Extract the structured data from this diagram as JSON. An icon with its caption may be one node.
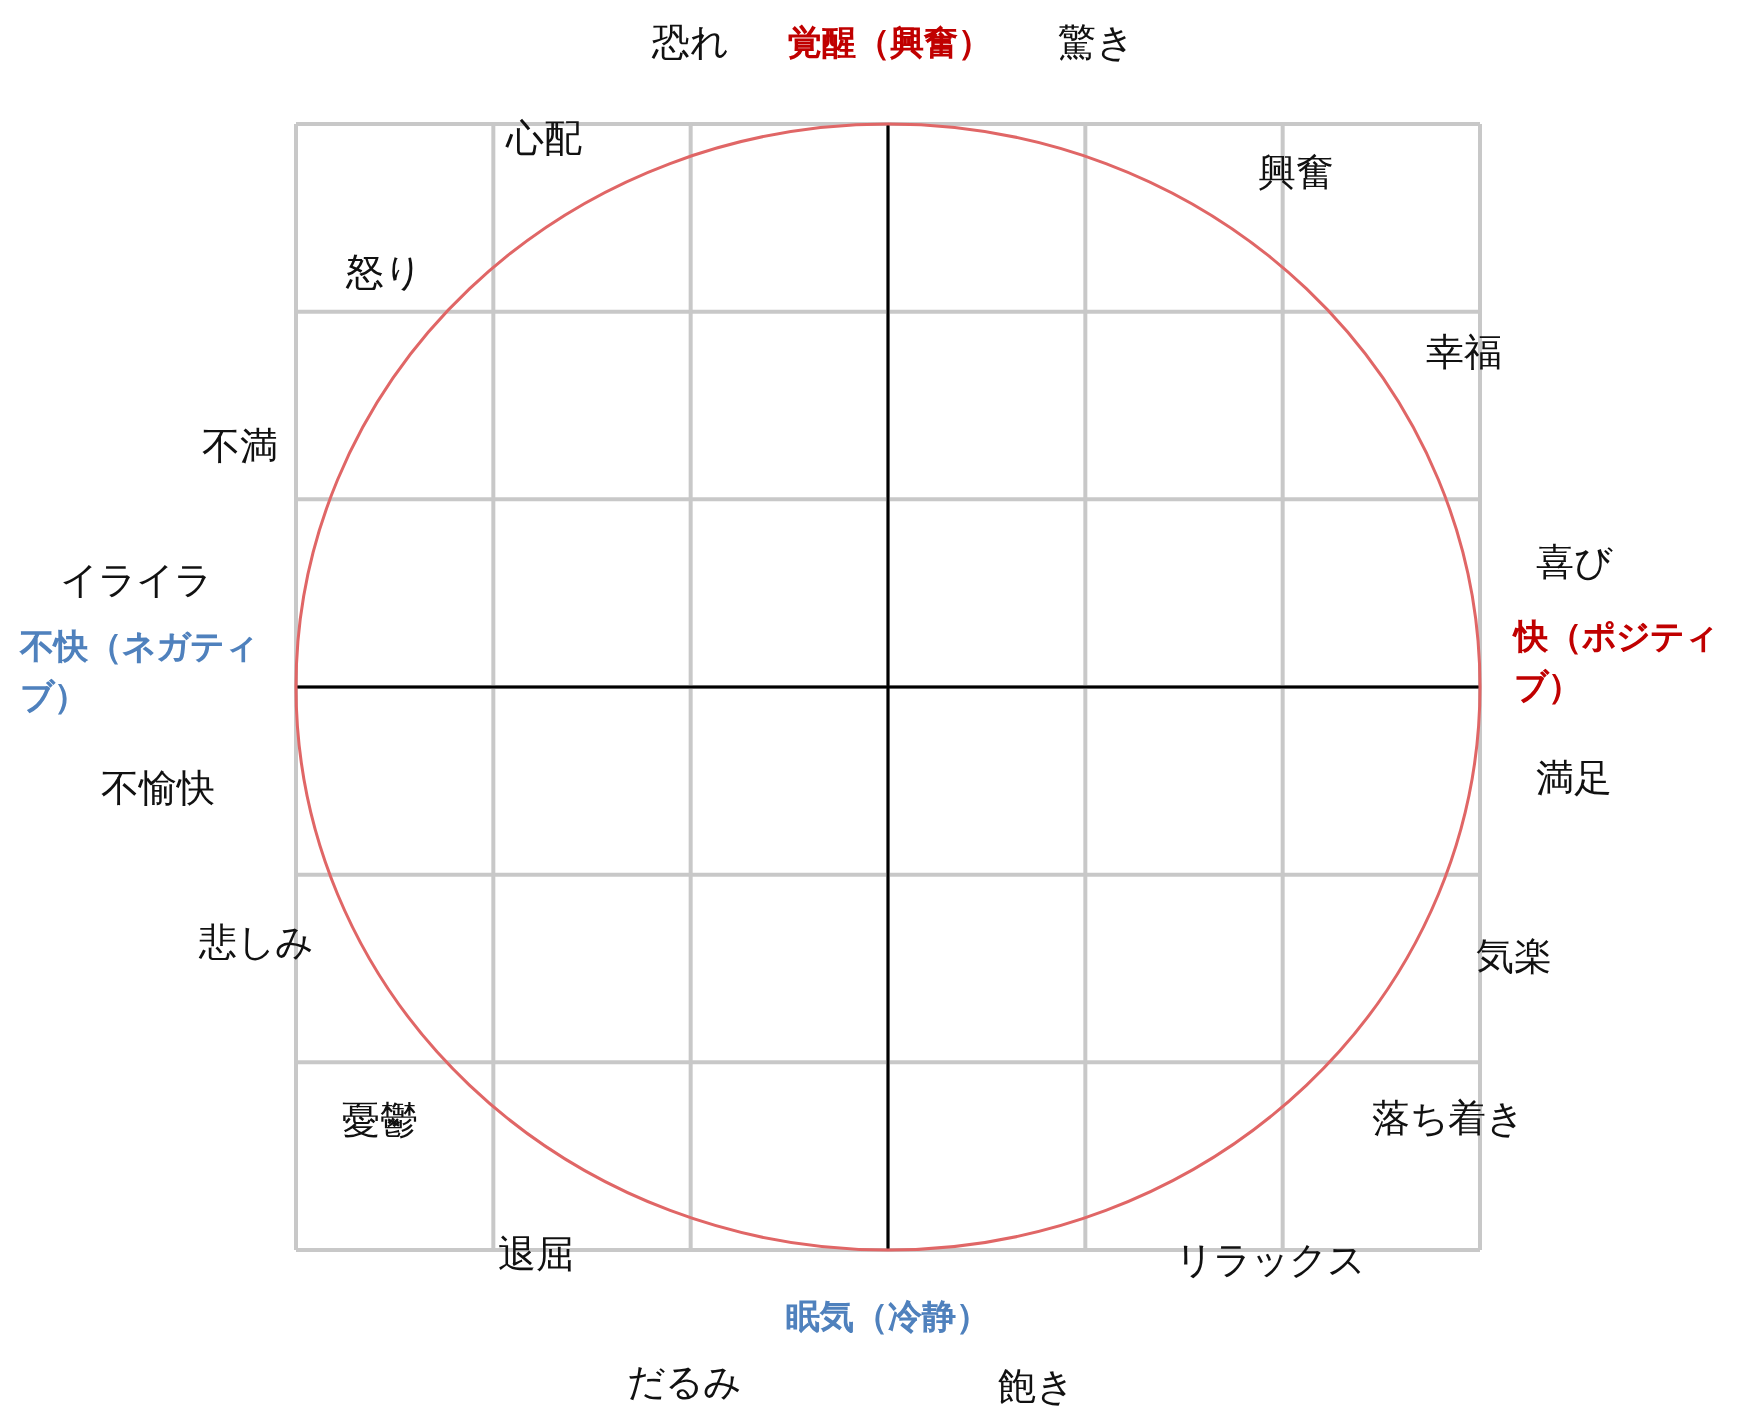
{
  "diagram": {
    "labels": [
      "恐れ",
      "覚醒（興奮）",
      "驚き",
      "心配",
      "興奮",
      "怒り",
      "幸福",
      "不満",
      "喜び",
      "イライラ",
      "不快（ネガティブ）",
      "快（ポジティブ）",
      "満足",
      "不愉快",
      "気楽",
      "悲しみ",
      "落ち着き",
      "憂鬱",
      "退屈",
      "リラックス",
      "眠気（冷静）",
      "だるみ",
      "飽き"
    ]
  }
}
